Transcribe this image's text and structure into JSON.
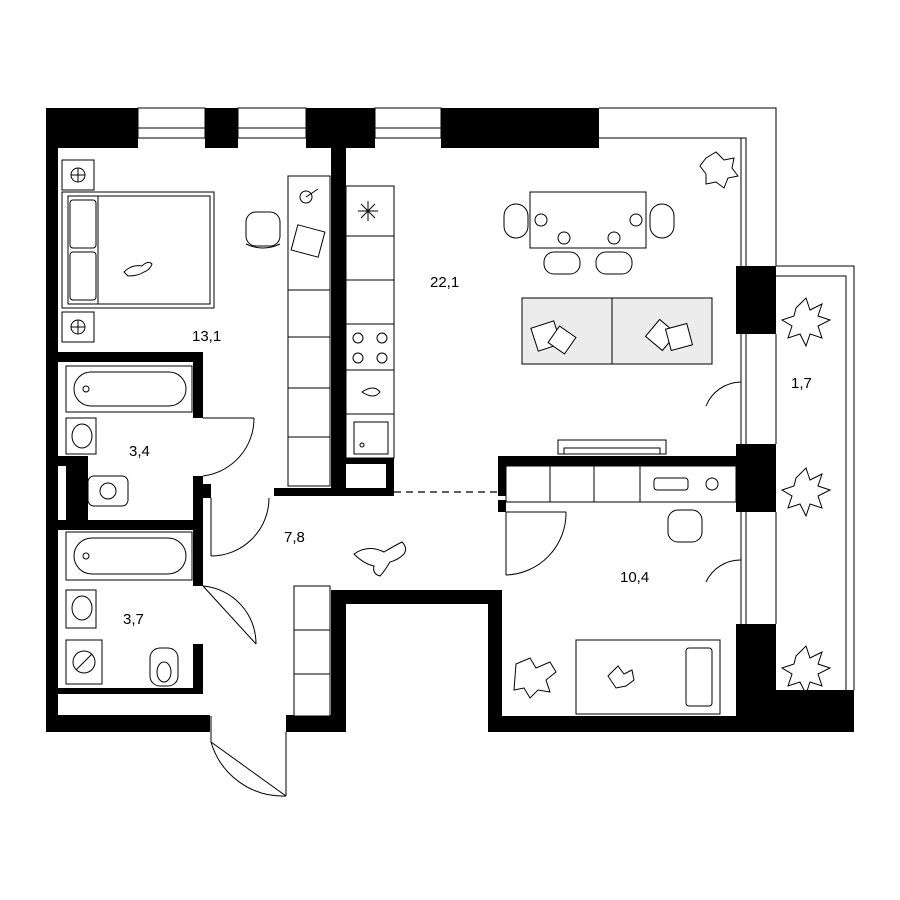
{
  "rooms": {
    "bedroom": {
      "area": "13,1"
    },
    "bathroom_top": {
      "area": "3,4"
    },
    "bathroom_bottom": {
      "area": "3,7"
    },
    "hallway": {
      "area": "7,8"
    },
    "living_kitchen": {
      "area": "22,1"
    },
    "balcony": {
      "area": "1,7"
    },
    "children_room": {
      "area": "10,4"
    }
  },
  "colors": {
    "wall": "#000000",
    "background": "#ffffff",
    "furniture_fill": "#ececec"
  }
}
